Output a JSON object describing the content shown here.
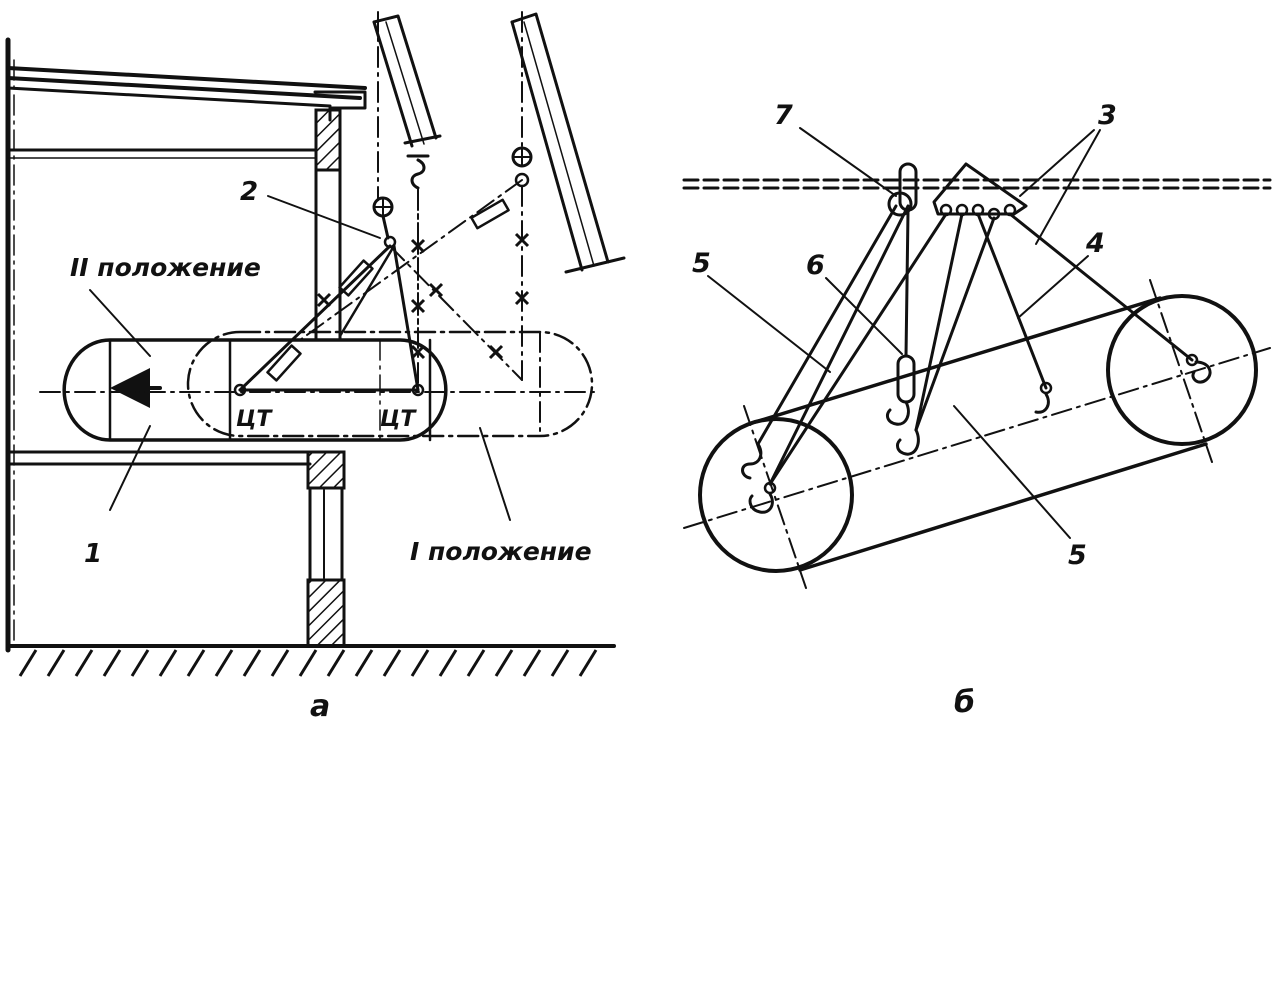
{
  "figure_a": {
    "caption": "а",
    "label_pos2": "II положение",
    "label_pos1": "I положение",
    "cg_label_left": "ЦТ",
    "cg_label_right": "ЦТ",
    "num_1": "1",
    "num_2": "2"
  },
  "figure_b": {
    "caption": "б",
    "num_7": "7",
    "num_3": "3",
    "num_5_left": "5",
    "num_6": "6",
    "num_4": "4",
    "num_5_bottom": "5"
  }
}
